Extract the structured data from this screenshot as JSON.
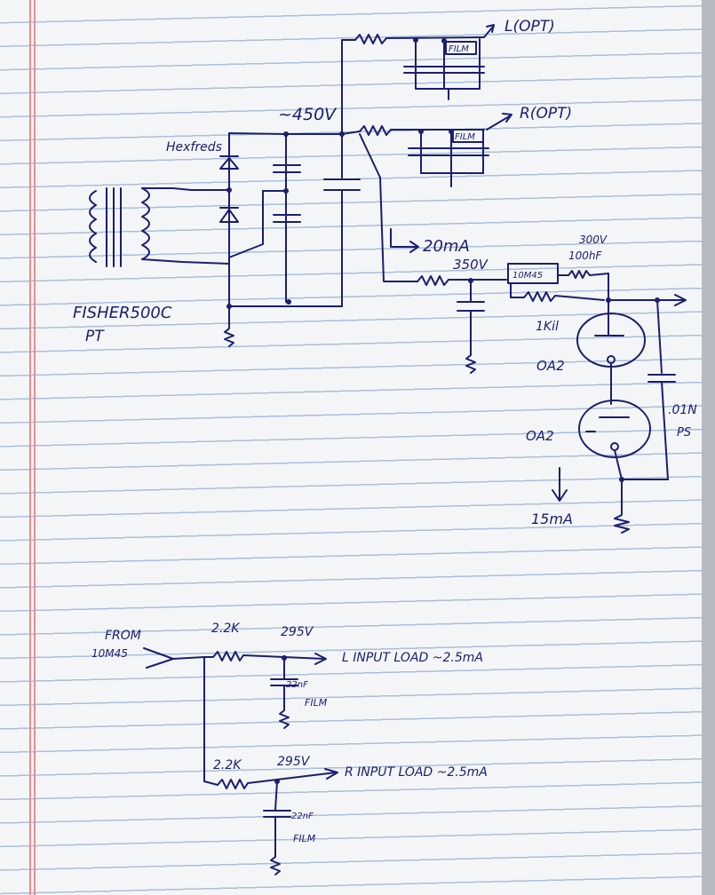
{
  "page": {
    "kind": "hand-drawn schematic on ruled notebook paper",
    "ink_color": "#1a1f6e",
    "rule_color": "#a9bfdc",
    "margin_color": "#e58d8f"
  },
  "power_supply": {
    "transformer_label": "FISHER500C",
    "transformer_sub": "PT",
    "rectifier_label": "Hexfreds",
    "b_plus_voltage": "~450V",
    "tap_current": "20mA",
    "outputs": {
      "left": "L(OPT)",
      "right": "R(OPT)",
      "film_label_left": "FILM",
      "film_label_right": "FILM"
    }
  },
  "regulator": {
    "node_voltage": "350V",
    "output_voltage": "300V",
    "resistor_label": "10M45",
    "resistor_value": "100hF",
    "series_resistor": "1Kil",
    "tube_1": "OA2",
    "tube_2": "OA2",
    "bypass_cap": ".01N",
    "bypass_cap_type": "PS",
    "shunt_current": "15mA"
  },
  "input_stage": {
    "source_label": "FROM",
    "source_device": "10M45",
    "left": {
      "resistor": "2.2K",
      "voltage": "295V",
      "load_label": "L INPUT LOAD ~2.5mA",
      "cap": "22nF",
      "cap_type": "FILM"
    },
    "right": {
      "resistor": "2.2K",
      "voltage": "295V",
      "load_label": "R INPUT LOAD ~2.5mA",
      "cap": "22nF",
      "cap_type": "FILM"
    }
  }
}
